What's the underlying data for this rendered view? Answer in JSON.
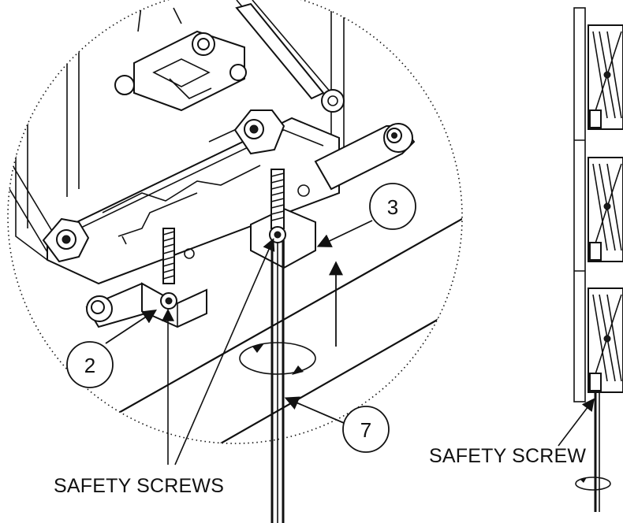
{
  "callouts": {
    "c2": "2",
    "c3": "3",
    "c7": "7"
  },
  "labels": {
    "safety_screws": "SAFETY SCREWS",
    "safety_screw": "SAFETY SCREW"
  },
  "icons": {
    "rotation": "rotation-arrow-icon",
    "lift": "up-arrow-icon"
  },
  "colors": {
    "ink": "#111111",
    "paper": "#ffffff"
  }
}
